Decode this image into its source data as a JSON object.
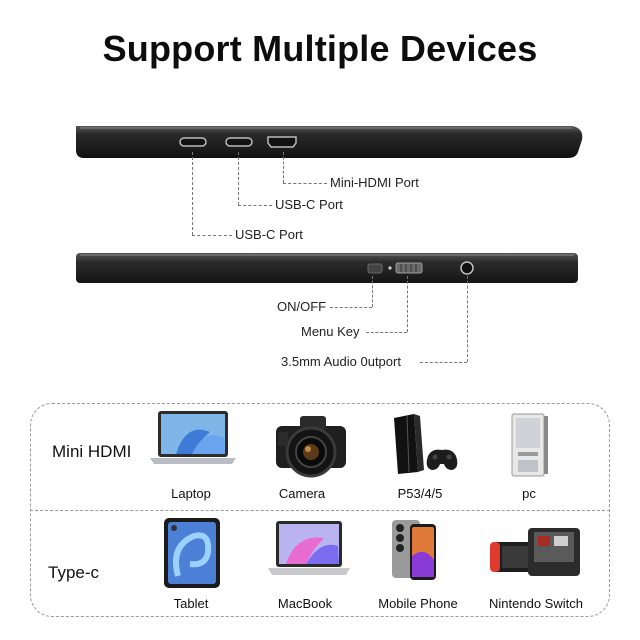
{
  "title": "Support Multiple Devices",
  "top_ports": {
    "mini_hdmi": "Mini-HDMI Port",
    "usbc_1": "USB-C Port",
    "usbc_2": "USB-C Port"
  },
  "side_ports": {
    "onoff": "ON/OFF",
    "menu": "Menu Key",
    "audio": "3.5mm Audio 0utport"
  },
  "rows": {
    "mini_hdmi": {
      "label": "Mini HDMI",
      "devices": [
        "Laptop",
        "Camera",
        "P53/4/5",
        "pc"
      ]
    },
    "typec": {
      "label": "Type-c",
      "devices": [
        "Tablet",
        "MacBook",
        "Mobile Phone",
        "Nintendo Switch"
      ]
    }
  },
  "icons": {
    "laptop": "laptop-icon",
    "camera": "camera-icon",
    "console": "game-console-icon",
    "pc": "pc-tower-icon",
    "tablet": "tablet-icon",
    "macbook": "macbook-icon",
    "phone": "mobile-phone-icon",
    "switch": "nintendo-switch-icon"
  }
}
